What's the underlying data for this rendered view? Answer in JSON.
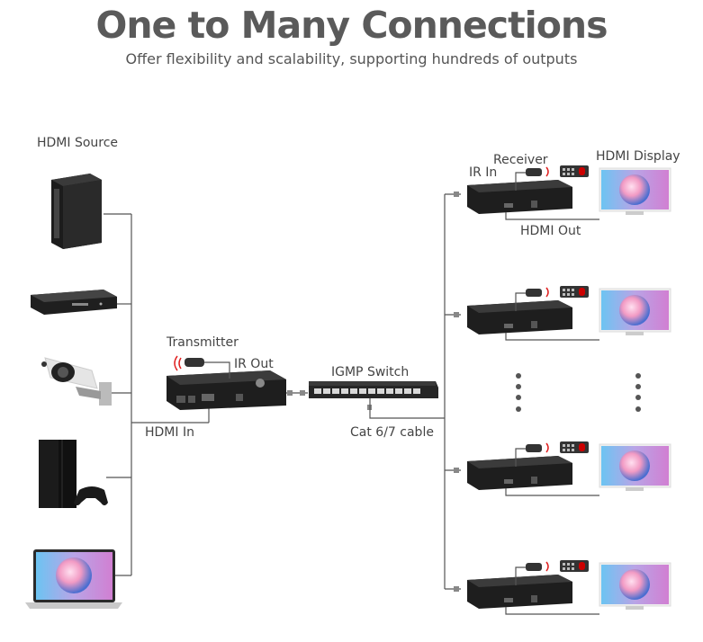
{
  "header": {
    "title": "One to Many Connections",
    "subtitle": "Offer flexibility and scalability, supporting hundreds of outputs"
  },
  "labels": {
    "hdmi_source": "HDMI Source",
    "transmitter": "Transmitter",
    "ir_out": "IR Out",
    "hdmi_in": "HDMI In",
    "igmp_switch": "IGMP Switch",
    "cat_cable": "Cat 6/7 cable",
    "receiver": "Receiver",
    "ir_in": "IR In",
    "hdmi_display": "HDMI Display",
    "hdmi_out": "HDMI Out"
  },
  "sources": [
    "pc-tower-icon",
    "dvd-player-icon",
    "security-camera-icon",
    "game-console-icon",
    "laptop-icon"
  ],
  "receivers_count": 4,
  "colors": {
    "line": "#555555",
    "device": "#2b2b2b",
    "screen_start": "#7fc8f0",
    "screen_end": "#c38ad8",
    "ir_red": "#e02020"
  }
}
